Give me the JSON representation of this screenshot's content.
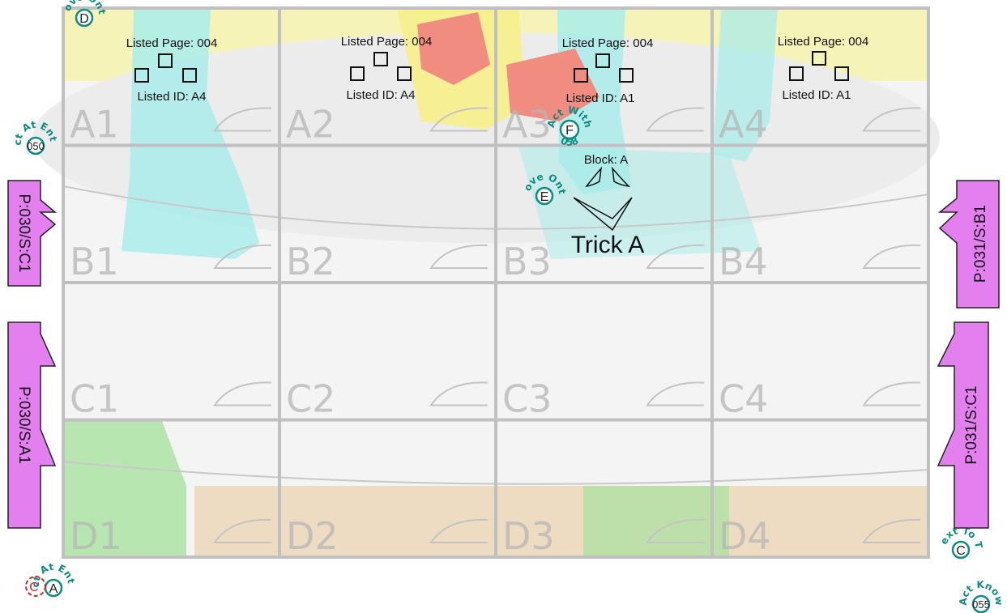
{
  "board": {
    "rows": [
      "A",
      "B",
      "C",
      "D"
    ],
    "columns": [
      "1",
      "2",
      "3",
      "4"
    ],
    "cell_labels": [
      "A1",
      "A2",
      "A3",
      "A4",
      "B1",
      "B2",
      "B3",
      "B4",
      "C1",
      "C2",
      "C3",
      "C4",
      "D1",
      "D2",
      "D3",
      "D4"
    ]
  },
  "listings": [
    {
      "page": "Listed Page: 004",
      "id": "Listed ID: A4"
    },
    {
      "page": "Listed Page: 004",
      "id": "Listed ID: A4"
    },
    {
      "page": "Listed Page: 004",
      "id": "Listed ID: A1"
    },
    {
      "page": "Listed Page: 004",
      "id": "Listed ID: A1"
    }
  ],
  "trick": {
    "block_label": "Block: A",
    "name": "Trick A"
  },
  "tokens": {
    "D": {
      "letter": "D",
      "arc": "If Move Onto It"
    },
    "F": {
      "letter": "F",
      "arc_top": "Act With",
      "arc_bottom": "058"
    },
    "E": {
      "letter": "E",
      "arc": "If Move Onto It"
    },
    "t050": {
      "number": "050",
      "arc": "Act At Entry"
    },
    "A": {
      "letter": "A",
      "arc": "Act At Entry"
    },
    "C_red": {
      "letter": "C"
    },
    "C": {
      "letter": "C",
      "arc": "If Next To This"
    },
    "t055": {
      "number": "055",
      "arc": "Act Know"
    }
  },
  "connectors": {
    "left_top": "P:030/S:C1",
    "left_bottom": "P:030/S:A1",
    "right_top": "P:031/S:B1",
    "right_bottom": "P:031/S:C1"
  },
  "colors": {
    "grid": "#c0c0c0",
    "connector": "#e37fef",
    "token": "#0f8c82",
    "red_token": "#e02020",
    "art_cyan": "#a9ecea",
    "art_red": "#f08c80",
    "art_yellow": "#f7f08a",
    "art_green": "#a8e2a0",
    "art_tan": "#e8caa0"
  }
}
